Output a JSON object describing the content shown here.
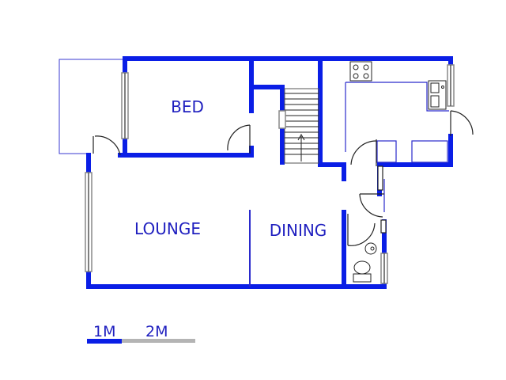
{
  "rooms": {
    "bed": "BED",
    "lounge": "LOUNGE",
    "dining": "DINING"
  },
  "scale": {
    "first": "1M",
    "second": "2M"
  },
  "colors": {
    "wall": "#0a1ee6",
    "label": "#1f1fbf",
    "detail": "#2a2acc",
    "window": "#888888",
    "scale_light": "#b4b4b4"
  }
}
